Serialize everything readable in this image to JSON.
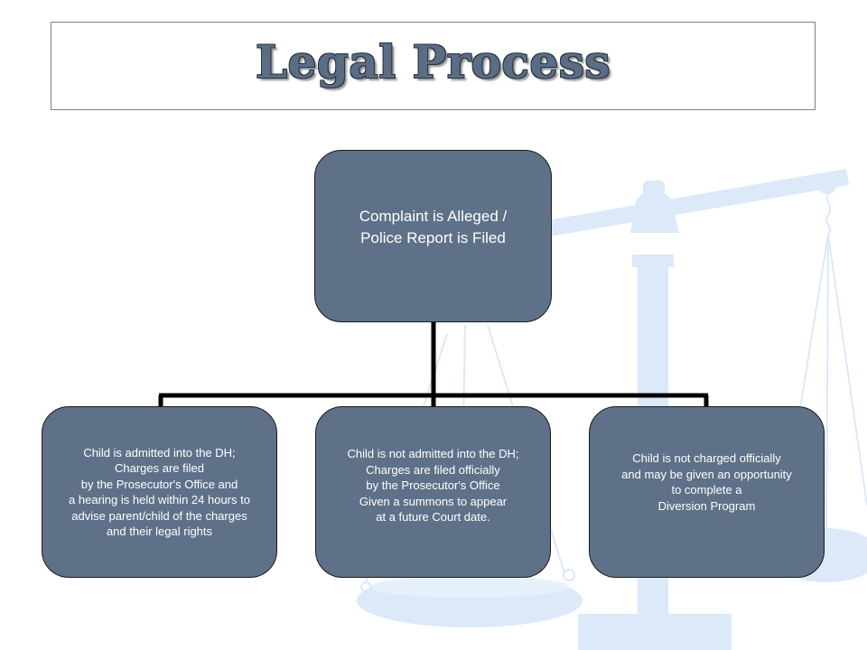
{
  "title": "Legal Process",
  "root": {
    "text": "Complaint is Alleged /\nPolice Report is Filed"
  },
  "children": [
    {
      "text": "Child is admitted into the DH;\nCharges are filed\nby the Prosecutor's Office and\na hearing is held within 24 hours to\nadvise parent/child of the charges\nand their legal rights"
    },
    {
      "text": "Child is not admitted into the DH;\nCharges are filed officially\nby the Prosecutor's Office\nGiven a summons to appear\nat a future Court date."
    },
    {
      "text": "Child is not charged officially\nand may be given an opportunity\nto complete a\nDiversion Program"
    }
  ],
  "colors": {
    "node_fill": "#5f7189",
    "node_text": "#ffffff",
    "connector": "#000000",
    "watermark": "#dbe9f8",
    "title_text": "#5a6d85"
  },
  "background_image": "scales-of-justice-watermark"
}
